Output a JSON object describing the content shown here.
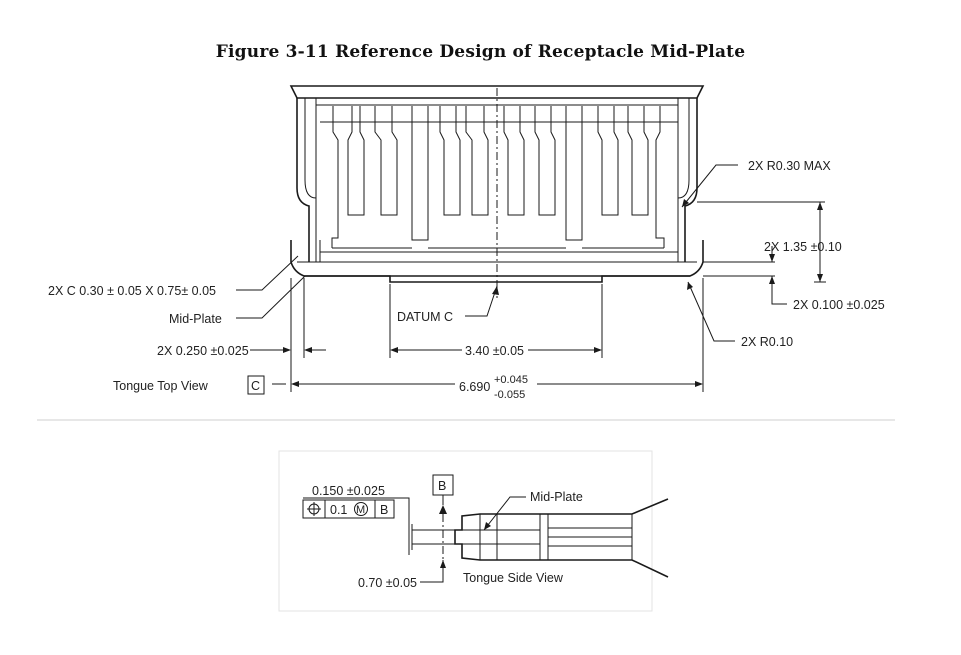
{
  "title": "Figure 3-11  Reference Design of Receptacle Mid-Plate",
  "top_view": {
    "r030": "2X R0.30  MAX",
    "h135": "2X 1.35 ±0.10",
    "chamfer": "2X C 0.30 ± 0.05  X  0.75± 0.05",
    "t0100": "2X 0.100  ±0.025",
    "midplate": "Mid-Plate",
    "datum": "DATUM  C",
    "r010": "2X R0.10",
    "w0250": "2X 0.250 ±0.025",
    "w340": "3.40 ±0.05",
    "view": "Tongue Top View",
    "datum_letter": "C",
    "w6690": "6.690",
    "tol_plus": "+0.045",
    "tol_minus": "-0.055"
  },
  "side_view": {
    "d0150": "0.150 ±0.025",
    "fcf_value": "0.1",
    "fcf_mod": "M",
    "fcf_datum": "B",
    "datum_b": "B",
    "midplate": "Mid-Plate",
    "d070": "0.70 ±0.05",
    "view": "Tongue Side View"
  }
}
